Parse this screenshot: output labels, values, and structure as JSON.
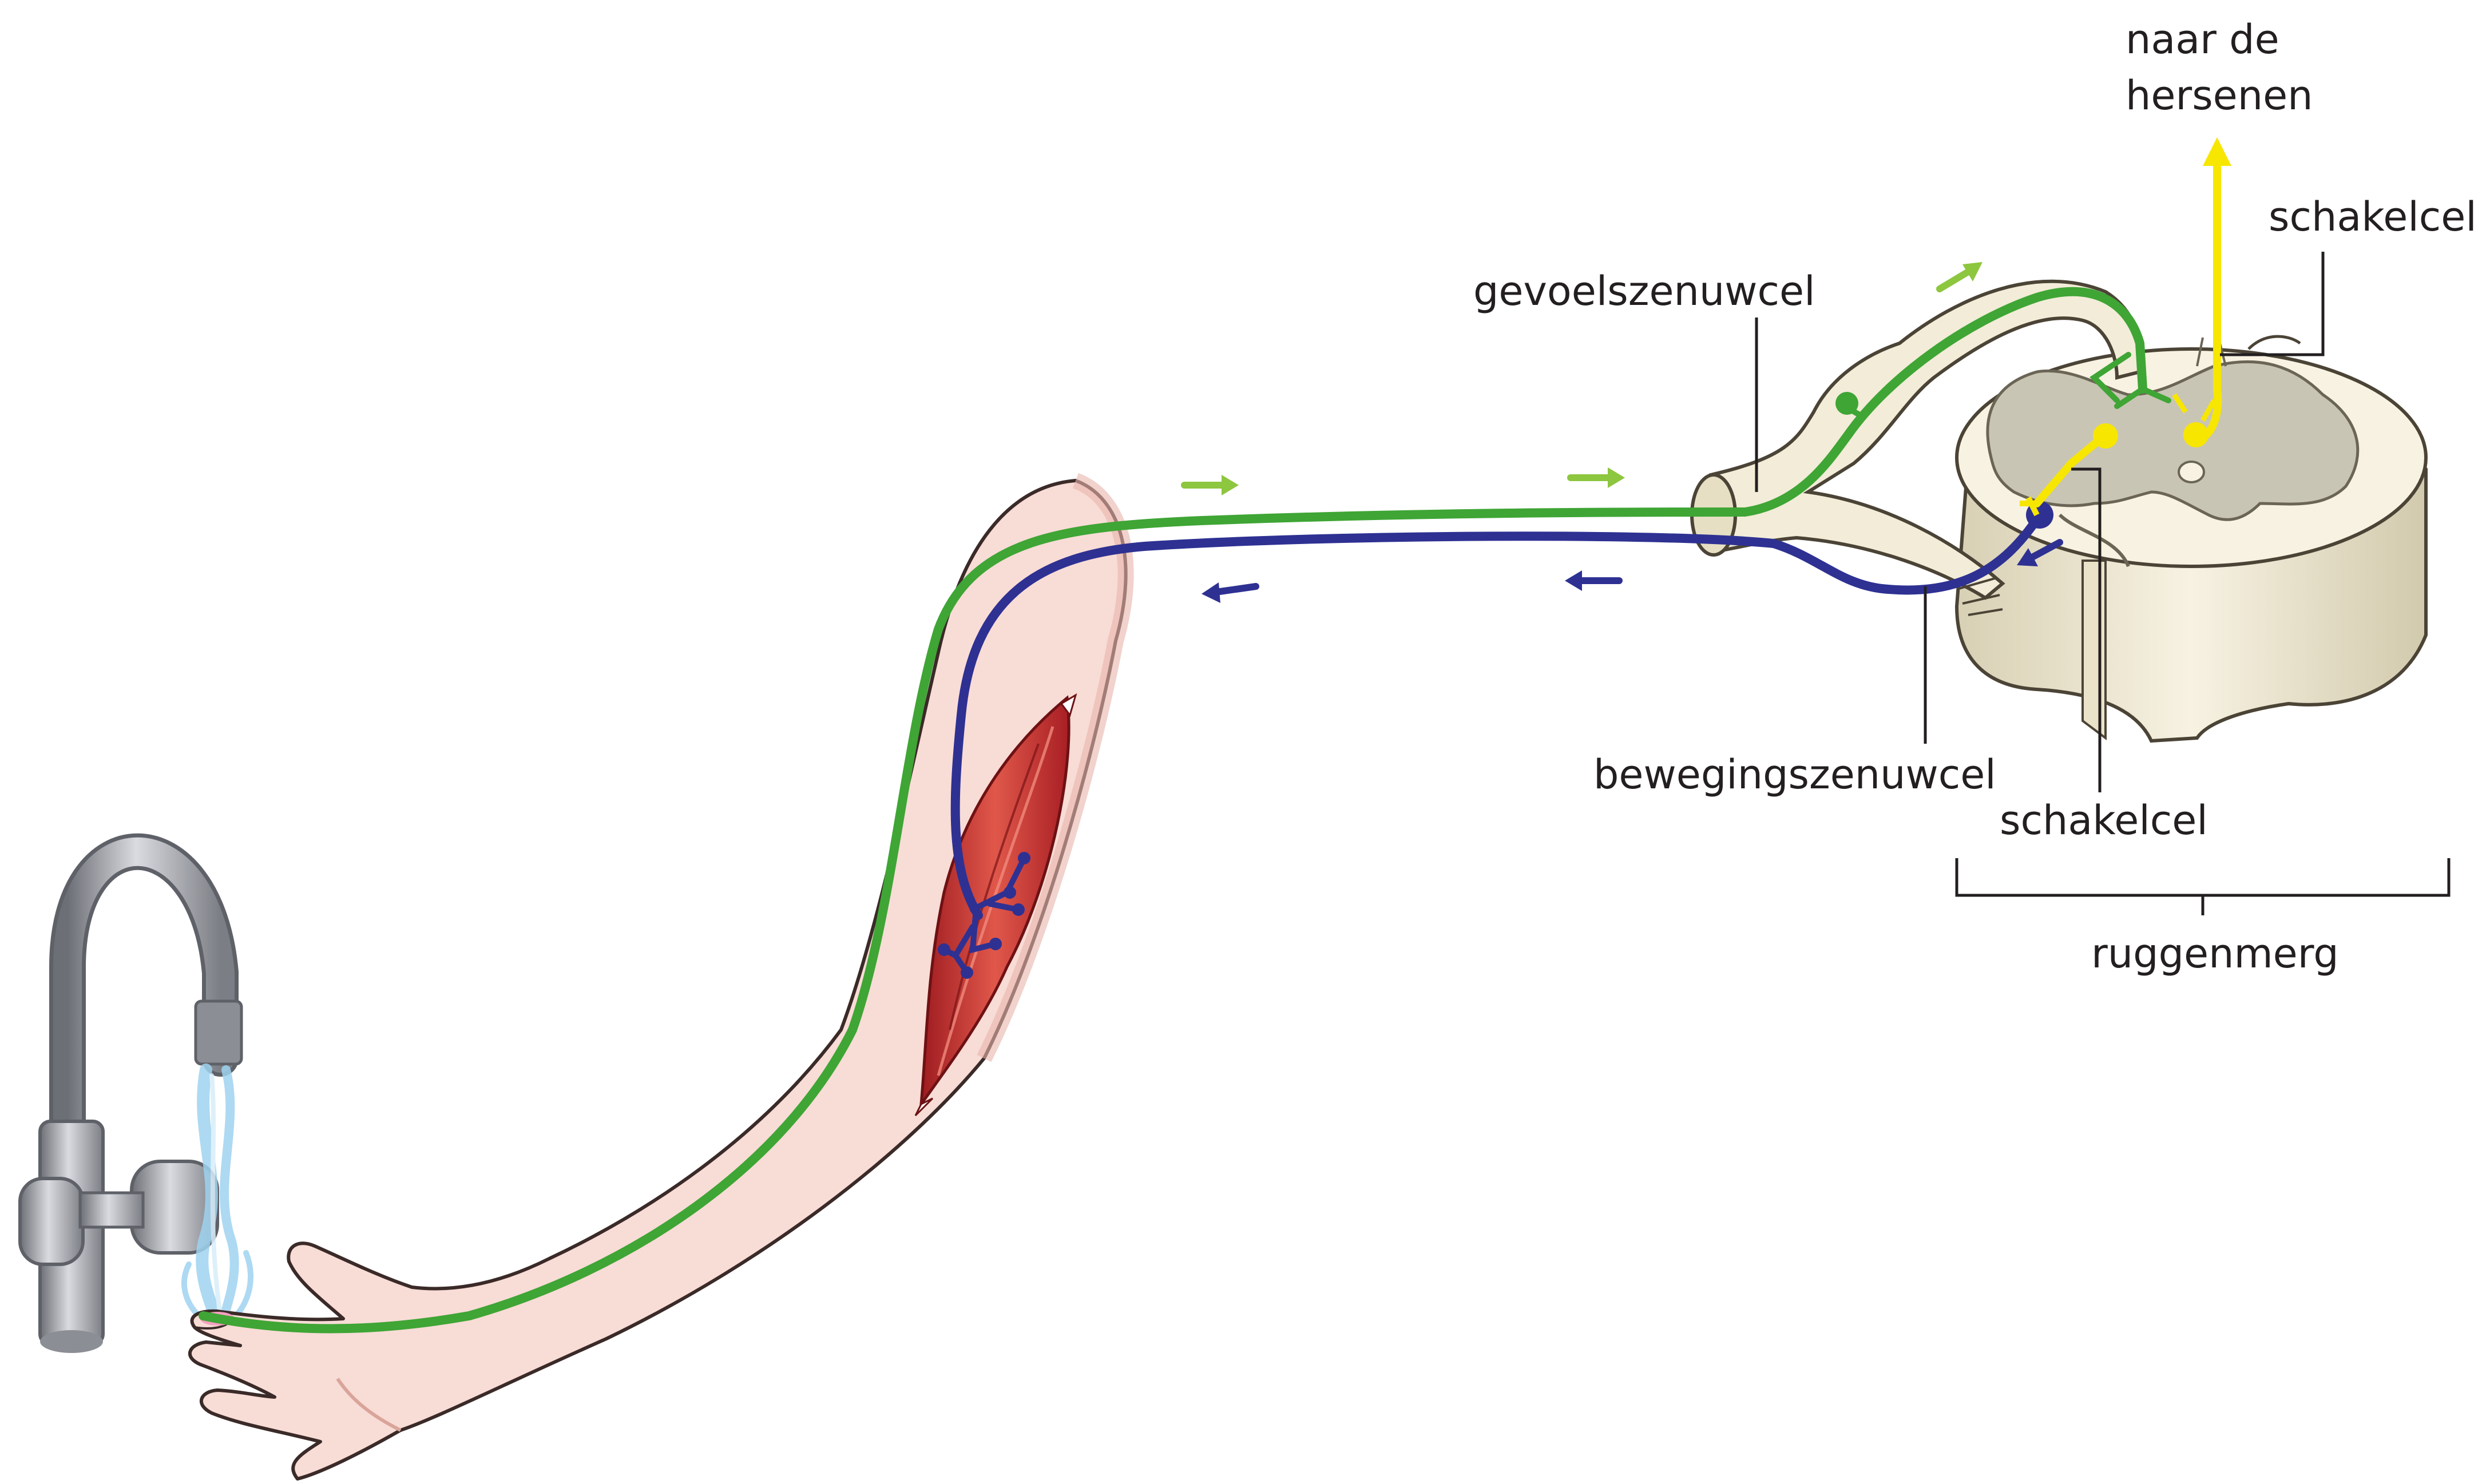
{
  "labels": {
    "naar_de_hersenen_line1": "naar de",
    "naar_de_hersenen_line2": "hersenen",
    "schakelcel_top": "schakelcel",
    "gevoelszenuwcel": "gevoelszenuwcel",
    "bewegingszenuwcel": "bewegingszenuwcel",
    "schakelcel_bottom": "schakelcel",
    "ruggenmerg": "ruggenmerg"
  },
  "colors": {
    "sensory_neuron": "#3fa535",
    "motor_neuron": "#2e3192",
    "interneuron": "#f7e600",
    "arrow_green": "#8dc63f",
    "skin": "#f8dcd6",
    "muscle": "#c1272d",
    "spinal_white_matter": "#f2ecd8",
    "spinal_grey_matter": "#c9c5b5",
    "water": "#9fd3f0",
    "tap_metal": "#9a9ca3"
  }
}
